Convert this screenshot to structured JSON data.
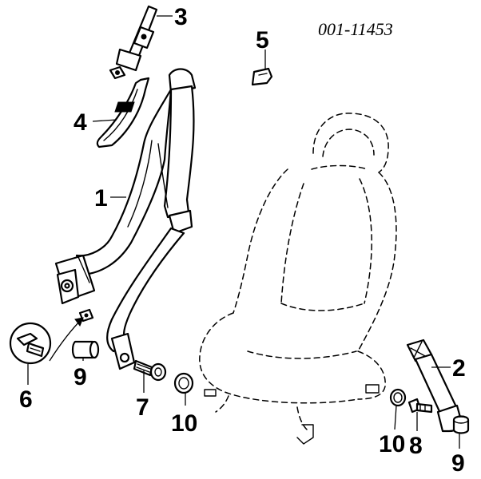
{
  "diagram": {
    "reference_number": "001-11453",
    "callouts": [
      {
        "id": "1",
        "label": "1"
      },
      {
        "id": "2",
        "label": "2"
      },
      {
        "id": "3",
        "label": "3"
      },
      {
        "id": "4",
        "label": "4"
      },
      {
        "id": "5",
        "label": "5"
      },
      {
        "id": "6",
        "label": "6"
      },
      {
        "id": "7",
        "label": "7"
      },
      {
        "id": "8",
        "label": "8"
      },
      {
        "id": "9a",
        "label": "9"
      },
      {
        "id": "9b",
        "label": "9"
      },
      {
        "id": "10a",
        "label": "10"
      },
      {
        "id": "10b",
        "label": "10"
      }
    ]
  }
}
